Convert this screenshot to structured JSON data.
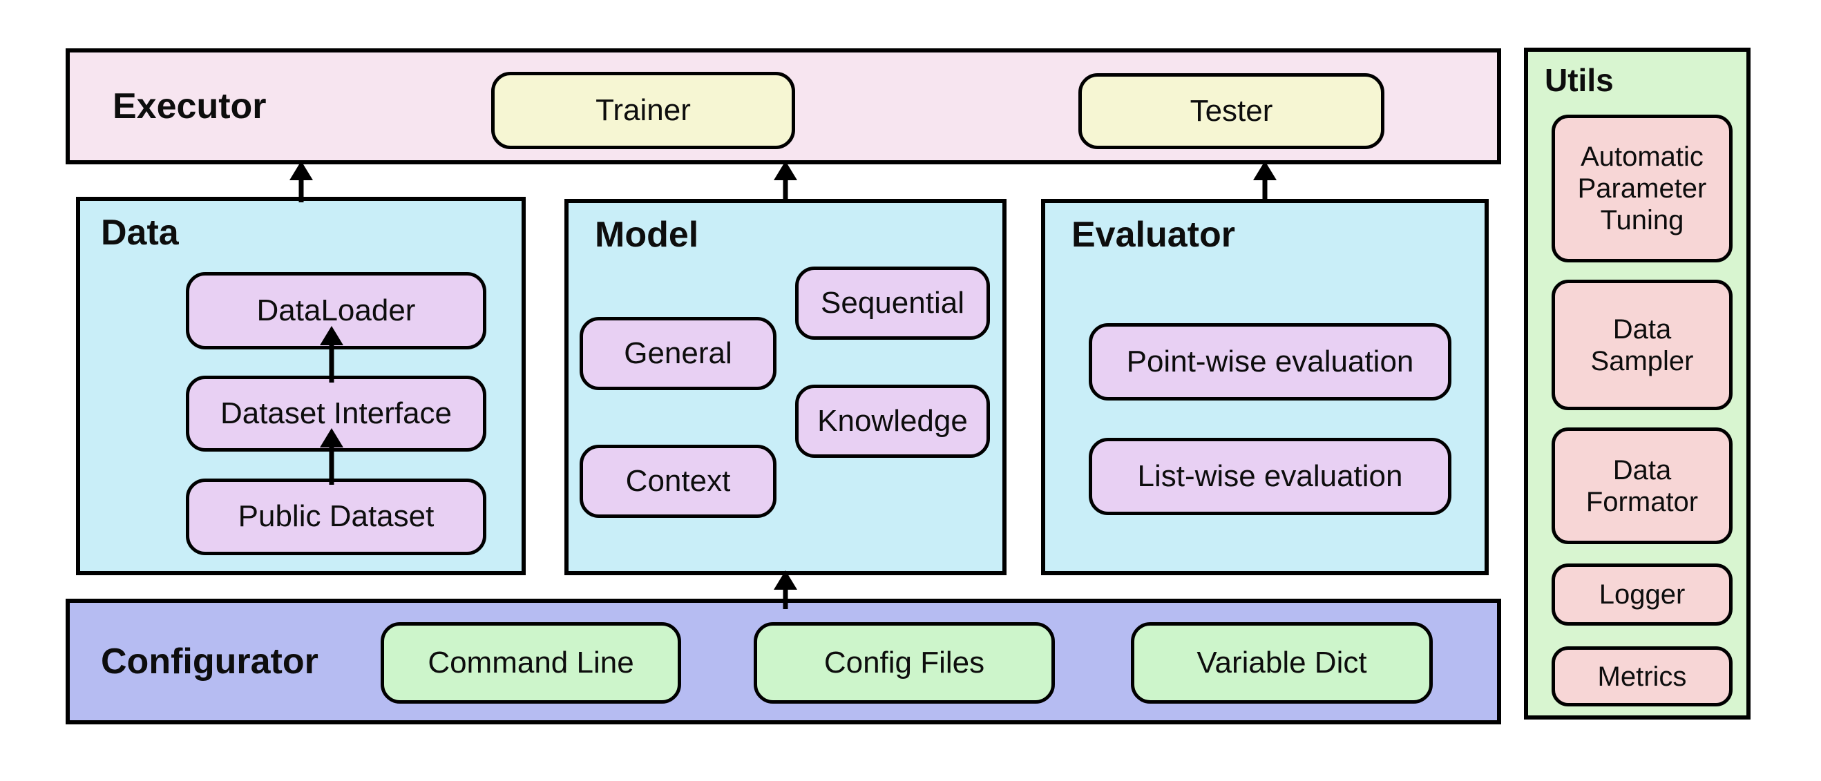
{
  "sections": {
    "executor": {
      "label": "Executor",
      "children": [
        "Trainer",
        "Tester"
      ]
    },
    "data": {
      "label": "Data",
      "children": [
        "DataLoader",
        "Dataset Interface",
        "Public Dataset"
      ]
    },
    "model": {
      "label": "Model",
      "children": [
        "Sequential",
        "General",
        "Knowledge",
        "Context"
      ]
    },
    "evaluator": {
      "label": "Evaluator",
      "children": [
        "Point-wise evaluation",
        "List-wise evaluation"
      ]
    },
    "configurator": {
      "label": "Configurator",
      "children": [
        "Command Line",
        "Config Files",
        "Variable Dict"
      ]
    },
    "utils": {
      "label": "Utils",
      "children": [
        "Automatic Parameter Tuning",
        "Data Sampler",
        "Data Formator",
        "Logger",
        "Metrics"
      ]
    }
  },
  "connections": [
    {
      "from": "Data",
      "to": "Executor"
    },
    {
      "from": "Model",
      "to": "Executor"
    },
    {
      "from": "Evaluator",
      "to": "Executor"
    },
    {
      "from": "Configurator",
      "to": "Model"
    },
    {
      "from": "Public Dataset",
      "to": "Dataset Interface"
    },
    {
      "from": "Dataset Interface",
      "to": "DataLoader"
    }
  ],
  "colors": {
    "canvas_bg": "#ffffff",
    "border_color": "#000000",
    "text_color": "#0d0d0d",
    "executor_bg": "#f7e5f0",
    "executor_chip_bg": "#f6f6d3",
    "module_bg": "#c9eef8",
    "module_chip_bg": "#e8d0f3",
    "configurator_bg": "#b6bcf2",
    "configurator_chip_bg": "#cdf5cb",
    "utils_bg": "#d8f5d0",
    "utils_chip_bg": "#f7d6d6"
  }
}
